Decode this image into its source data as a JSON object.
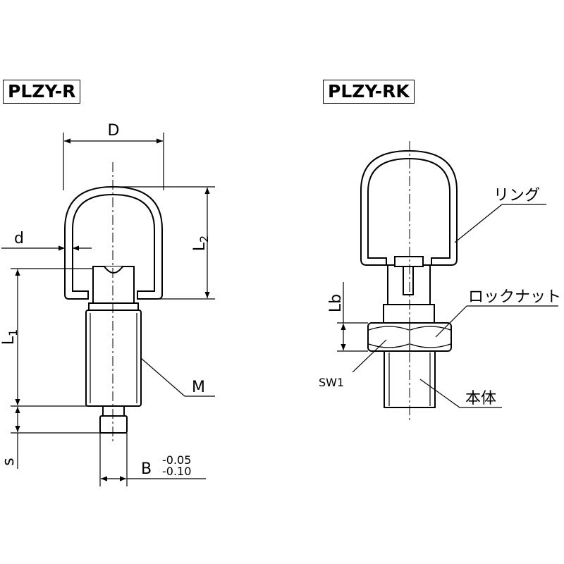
{
  "left_title": "PLZY-R",
  "right_title": "PLZY-RK",
  "left_labels": {
    "D": "D",
    "d": "d",
    "L2_main": "L",
    "L2_sub": "2",
    "L1_main": "L",
    "L1_sub": "1",
    "M": "M",
    "s": "s",
    "B": "B",
    "B_tol_upper": "-0.05",
    "B_tol_lower": "-0.10"
  },
  "right_labels": {
    "ring": "リング",
    "locknut": "ロックナット",
    "Lb": "Lb",
    "SW1": "SW1",
    "body": "本体"
  }
}
